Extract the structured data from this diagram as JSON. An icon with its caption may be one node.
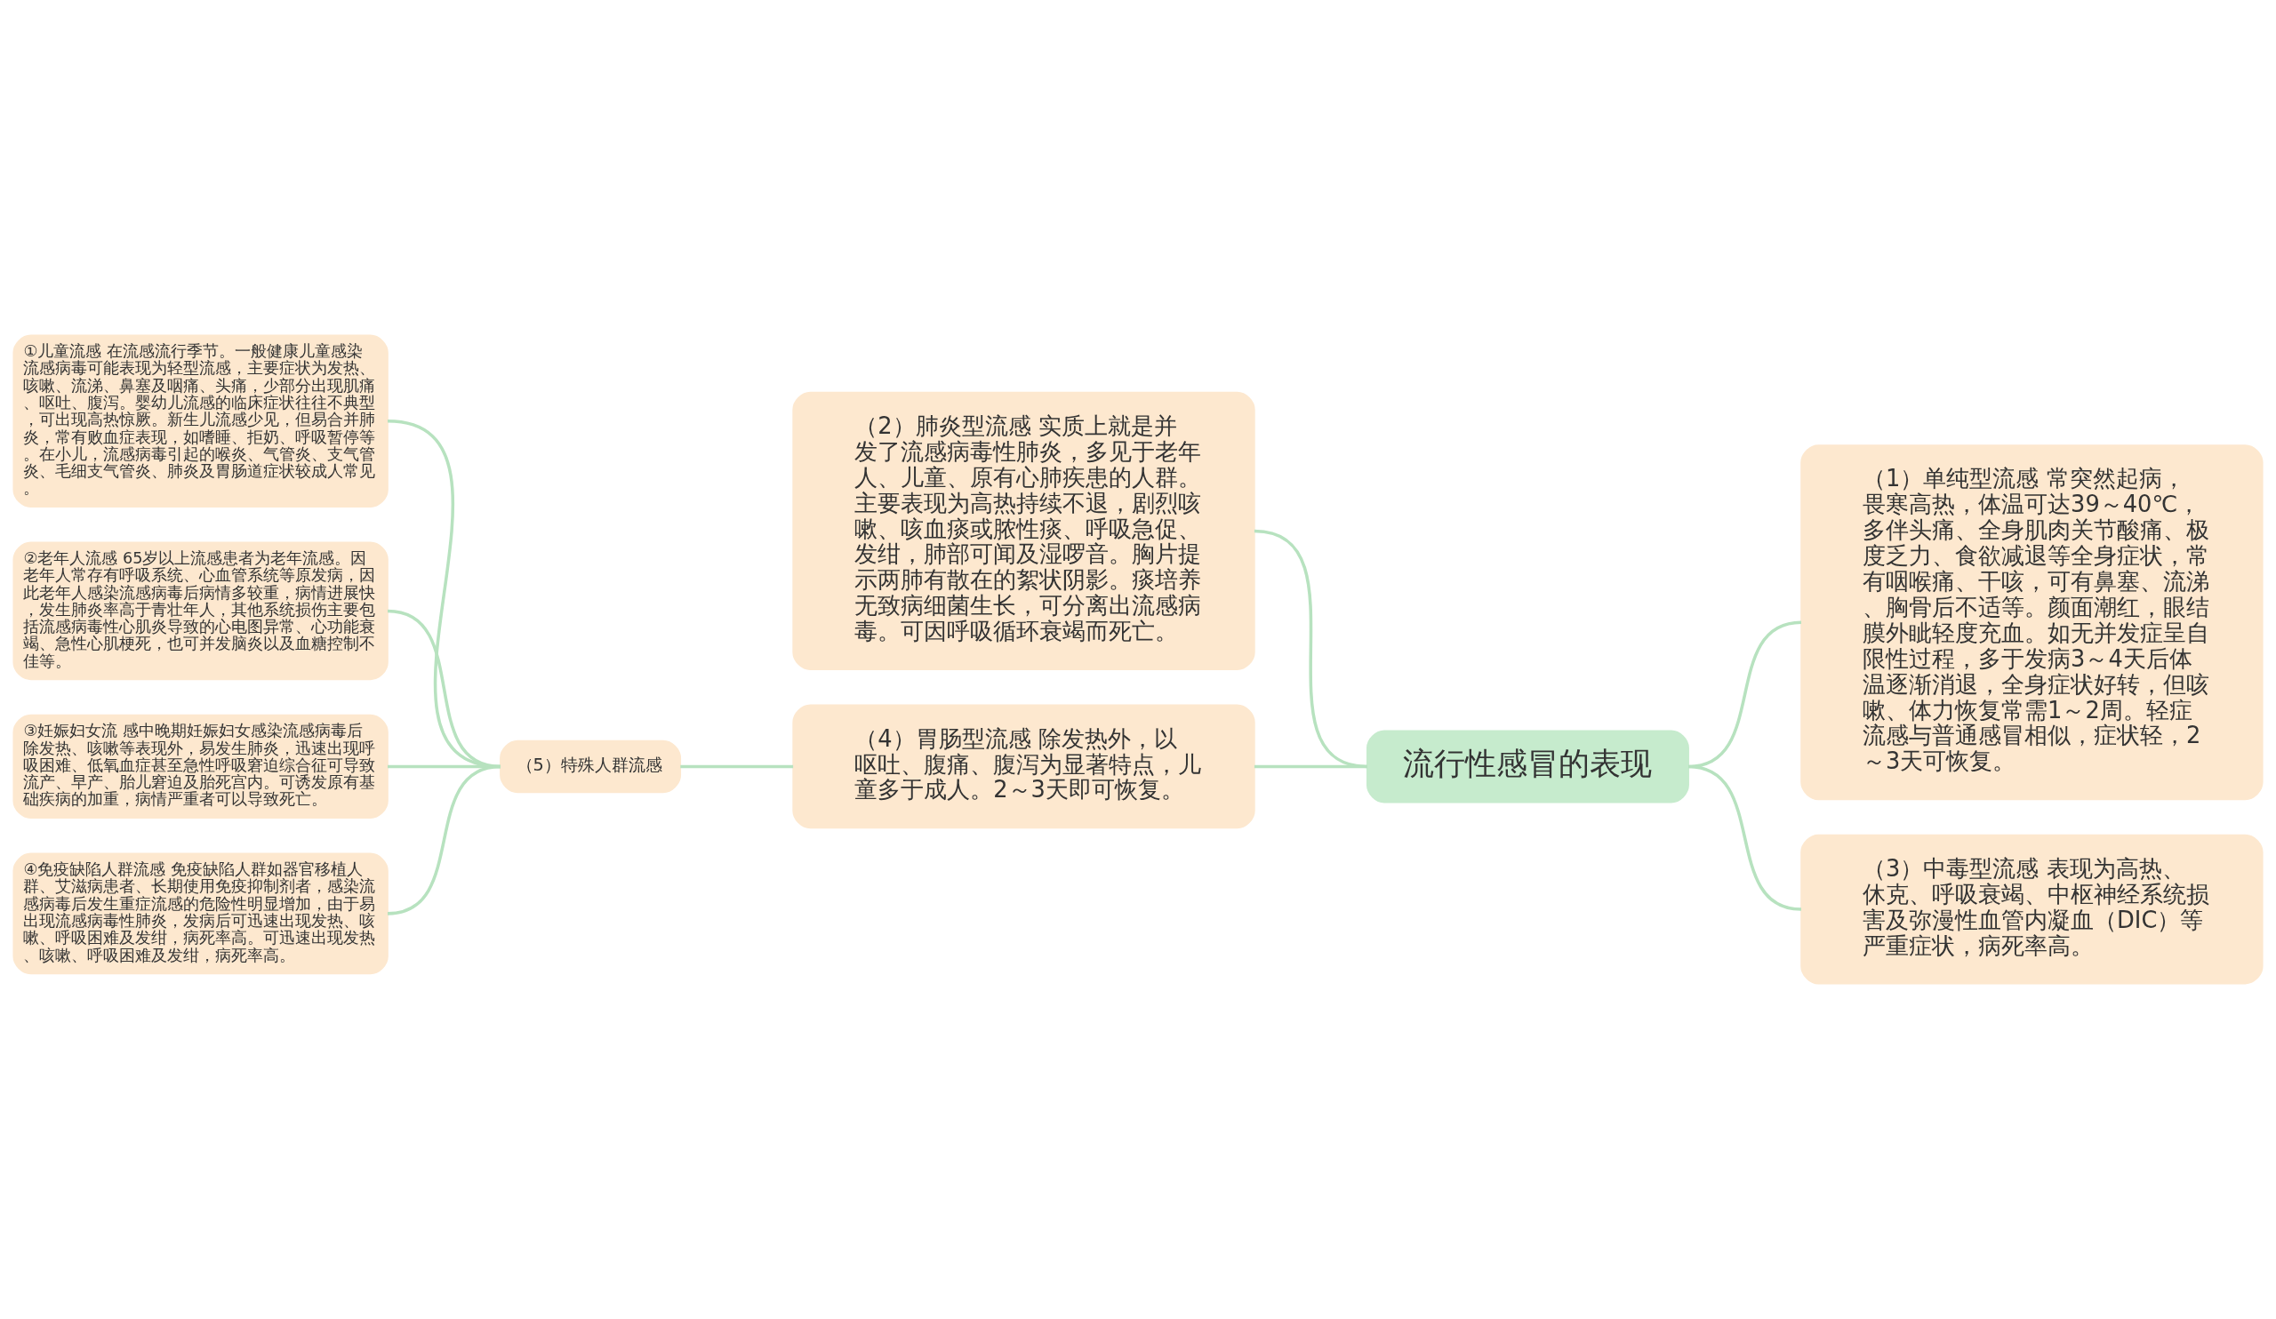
{
  "diagram": {
    "nodes": [
      {
        "text": [
          "流行性感冒的表现"
        ]
      },
      {
        "text": [
          "（1）单纯型流感 常突然起病，畏寒高热，体温可达39～40℃，多伴头痛、全身肌肉关节酸痛、极度乏力、食欲减退等全身症状，常有咽喉痛、干咳，可有鼻塞、流涕、胸骨后不适等。颜面潮红，眼结膜外眦轻度充血。如无并发症呈自限性过程，多于发病3～4天后体温逐渐消退，全身症状好转，但咳嗽、体力恢复常需1～2周。轻症流感与普通感冒相似，症状轻，2～3天可恢复。"
        ]
      },
      {
        "text": [
          "（2）肺炎型流感 实质上就是并发了流感病毒性肺炎，多见于老年人、儿童、原有心肺疾患的人群。主要表现为高热持续不退，剧烈咳嗽、咳血痰或脓性痰、呼吸急促、发绀，肺部可闻及湿啰音。胸片提示两肺有散在的絮状阴影。痰培养无致病细菌生长，可分离出流感病毒。可因呼吸循环衰竭而死亡。"
        ]
      },
      {
        "text": [
          "（3）中毒型流感 表现为高热、休克、呼吸衰竭、中枢神经系统损害及弥漫性血管内凝血（DIC）等严重症状，病死率高。"
        ]
      },
      {
        "text": [
          "（4）胃肠型流感 除发热外，以呕吐、腹痛、腹泻为显著特点，儿童多于成人。2～3天即可恢复。"
        ]
      },
      {
        "text": [
          "（5）特殊人群流感"
        ]
      },
      {
        "text": [
          "①儿童流感 在流感流行季节。一般健康儿童感染流感病毒可能表现为轻型流感，主要症状为发热、咳嗽、流涕、鼻塞及咽痛、头痛，少部分出现肌痛、呕吐、腹泻。婴幼儿流感的临床症状往往不典型，可出现高热惊厥。新生儿流感少见，但易合并肺炎，常有败血症表现，如嗜睡、拒奶、呼吸暂停等。在小儿，流感病毒引起的喉炎、气管炎、支气管炎、毛细支气管炎、肺炎及胃肠道症状较成人常见。"
        ]
      },
      {
        "text": [
          "②老年人流感 65岁以上流感患者为老年流感。因老年人常存有呼吸系统、心血管系统等原发病，因此老年人感染流感病毒后病情多较重，病情进展快，发生肺炎率高于青壮年人，其他系统损伤主要包括流感病毒性心肌炎导致的心电图异常、心功能衰竭、急性心肌梗死，也可并发脑炎以及血糖控制不佳等。"
        ]
      },
      {
        "text": [
          "③妊娠妇女流 感中晚期妊娠妇女感染流感病毒后除发热、咳嗽等表现外，易发生肺炎，迅速出现呼吸困难、低氧血症甚至急性呼吸窘迫综合征可导致流产、早产、胎儿窘迫及胎死宫内。可诱发原有基础疾病的加重，病情严重者可以导致死亡。"
        ]
      },
      {
        "text": [
          "④免疫缺陷人群流感 免疫缺陷人群如器官移植人群、艾滋病患者、长期使用免疫抑制剂者，感染流感病毒后发生重症流感的危险性明显增加，由于易出现流感病毒性肺炎，发病后可迅速出现发热、咳嗽、呼吸困难及发绀，病死率高。可迅速出现发热、咳嗽、呼吸困难及发绀，病死率高。"
        ]
      }
    ],
    "edges": [
      {
        "from": 0,
        "to": 1,
        "arrow": "none"
      },
      {
        "from": 0,
        "to": 2,
        "arrow": "none"
      },
      {
        "from": 0,
        "to": 3,
        "arrow": "none"
      },
      {
        "from": 0,
        "to": 4,
        "arrow": "none"
      },
      {
        "from": 4,
        "to": 5,
        "arrow": "none"
      },
      {
        "from": 5,
        "to": 6,
        "arrow": "none"
      },
      {
        "from": 5,
        "to": 7,
        "arrow": "none"
      },
      {
        "from": 5,
        "to": 8,
        "arrow": "none"
      },
      {
        "from": 5,
        "to": 9,
        "arrow": "none"
      }
    ]
  }
}
